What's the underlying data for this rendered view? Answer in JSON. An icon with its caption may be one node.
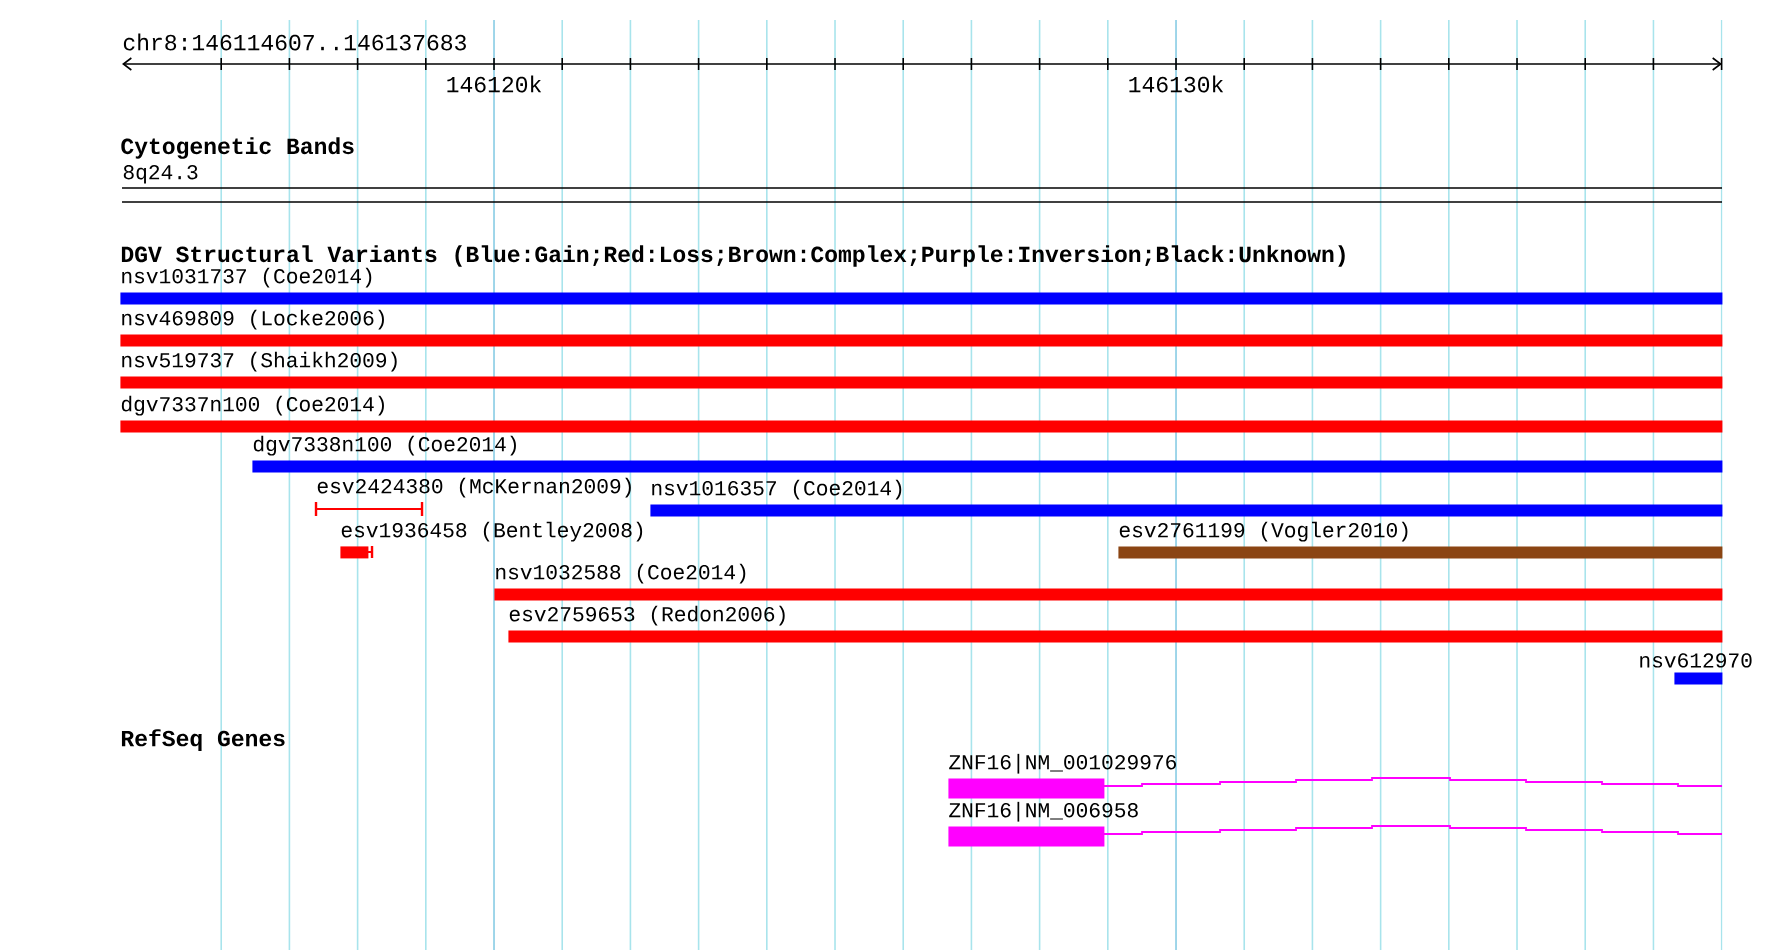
{
  "diagram": {
    "nodes": [
      {
        "text": [
          "8q24.3"
        ]
      },
      {
        "text": [
          "nsv1031737 (Coe2014)"
        ]
      },
      {
        "text": [
          "nsv469809 (Locke2006)"
        ]
      },
      {
        "text": [
          "nsv519737 (Shaikh2009)"
        ]
      },
      {
        "text": [
          "dgv7337n100 (Coe2014)"
        ]
      },
      {
        "text": [
          "dgv7338n100 (Coe2014)"
        ]
      },
      {
        "text": [
          "esv2424380 (McKernan2009)"
        ]
      },
      {
        "text": [
          "nsv1016357 (Coe2014)"
        ]
      },
      {
        "text": [
          "esv1936458 (Bentley2008)"
        ]
      },
      {
        "text": [
          "esv2761199 (Vogler2010)"
        ]
      },
      {
        "text": [
          "nsv1032588 (Coe2014)"
        ]
      },
      {
        "text": [
          "esv2759653 (Redon2006)"
        ]
      },
      {
        "text": [
          "nsv612970"
        ]
      },
      {
        "text": [
          "ZNF16|NM_001029976"
        ]
      },
      {
        "text": [
          "ZNF16|NM_006958"
        ]
      }
    ],
    "labels": [
      "chr8:146114607..146137683",
      "146120k",
      "146130k",
      "Cytogenetic Bands",
      "DGV Structural Variants (Blue:Gain;Red:Loss;Brown:Complex;Purple:Inversion;Black:Unknown)",
      "RefSeq Genes"
    ]
  }
}
